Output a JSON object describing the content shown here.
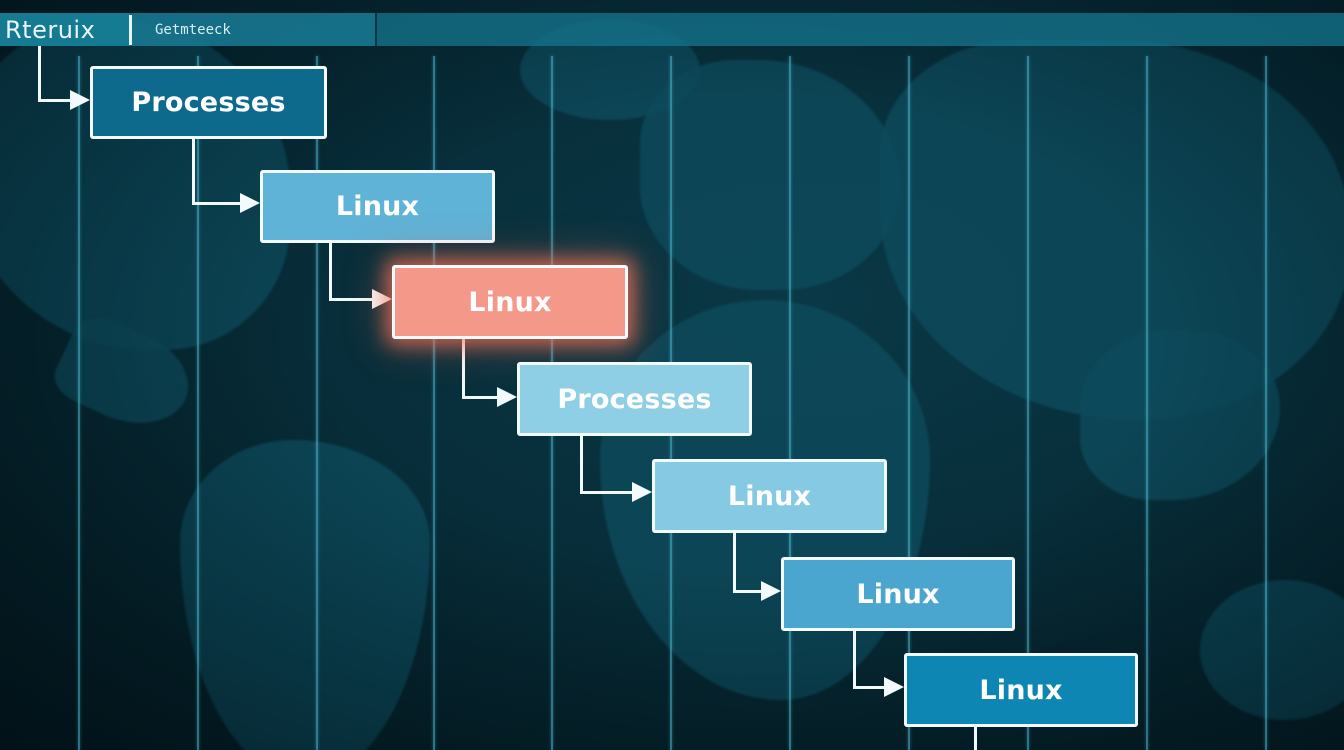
{
  "header": {
    "title": "Rteruix",
    "subtitle": "Getmteeck"
  },
  "colors": {
    "background": "#062530",
    "land": "#0d4a5b",
    "gridline": "#50bed7",
    "topbar": "#14738c",
    "box_border": "#f2fafd",
    "highlight": "#f4998a"
  },
  "flow": {
    "nodes": [
      {
        "label": "Processes",
        "color": "#0e6a8c",
        "highlighted": false
      },
      {
        "label": "Linux",
        "color": "#5fb3d6",
        "highlighted": false
      },
      {
        "label": "Linux",
        "color": "#f4998a",
        "highlighted": true
      },
      {
        "label": "Processes",
        "color": "#8ecfe6",
        "highlighted": false
      },
      {
        "label": "Linux",
        "color": "#86c9e2",
        "highlighted": false
      },
      {
        "label": "Linux",
        "color": "#4aa6cf",
        "highlighted": false
      },
      {
        "label": "Linux",
        "color": "#0e86b4",
        "highlighted": false
      }
    ]
  }
}
